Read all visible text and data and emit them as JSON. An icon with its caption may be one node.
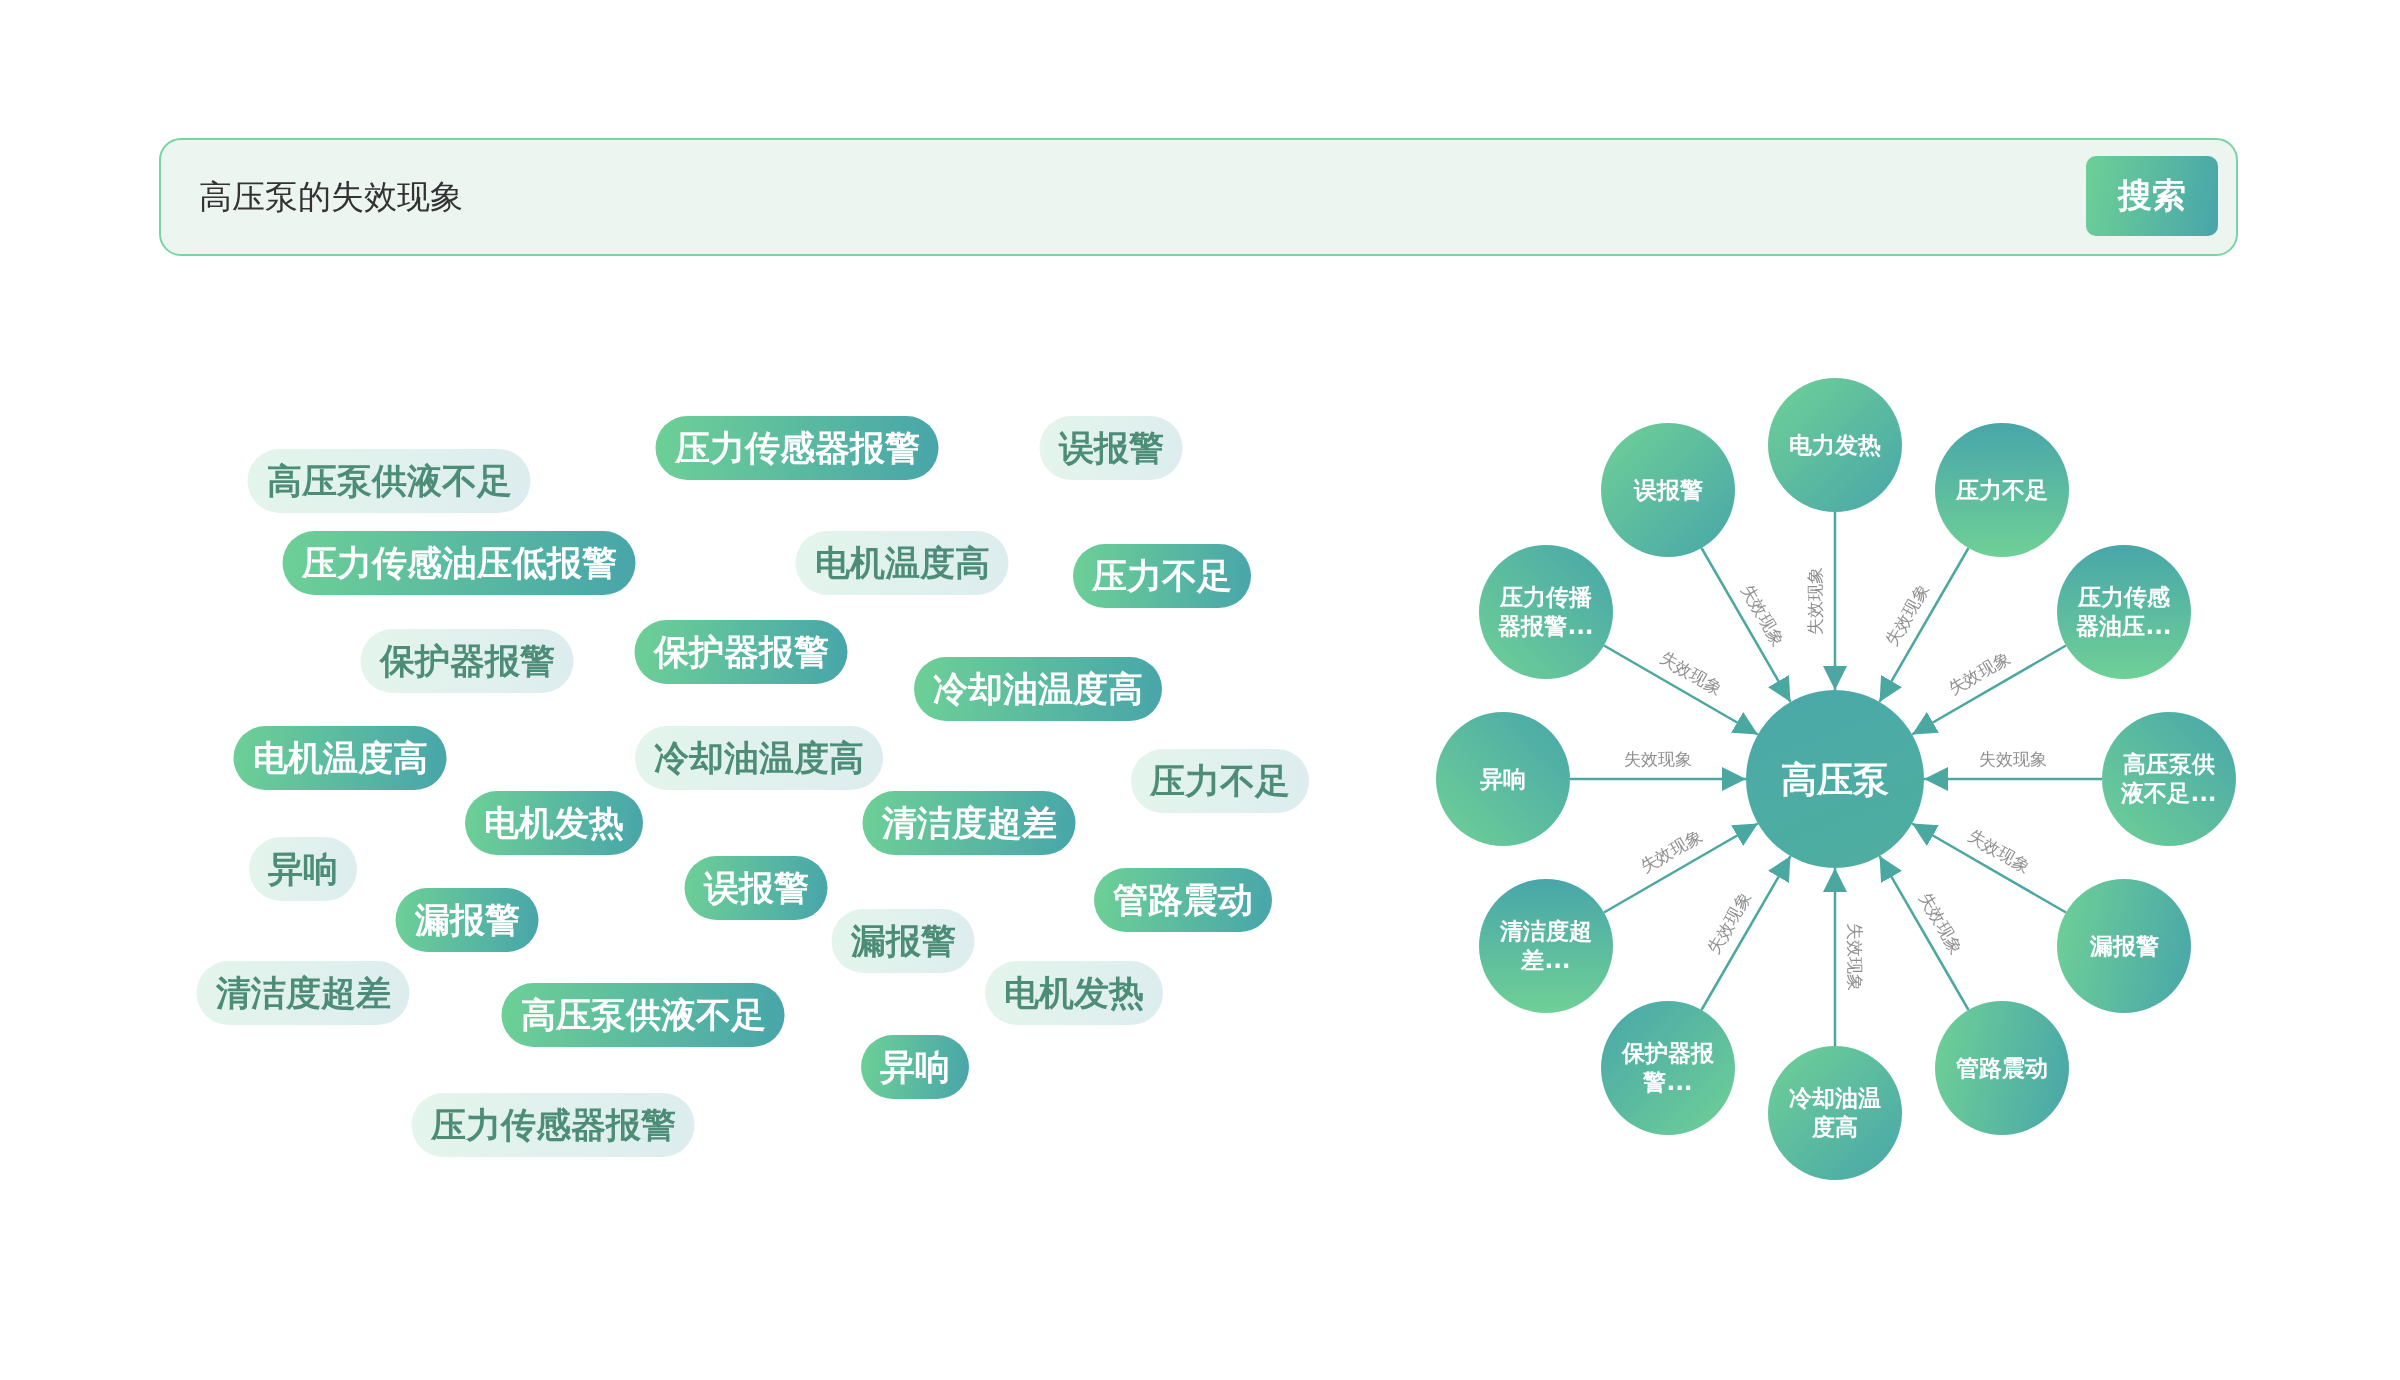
{
  "diagram": {
    "nodes": [
      {
        "text": [
          "高压泵的失效现象"
        ]
      },
      {
        "text": [
          "搜索"
        ],
        "in": 0
      },
      {
        "text": [
          "压力传感器报警"
        ]
      },
      {
        "text": [
          "误报警"
        ]
      },
      {
        "text": [
          "高压泵供液不足"
        ]
      },
      {
        "text": [
          "压力传感油压低报警"
        ]
      },
      {
        "text": [
          "电机温度高"
        ]
      },
      {
        "text": [
          "压力不足"
        ]
      },
      {
        "text": [
          "保护器报警"
        ]
      },
      {
        "text": [
          "保护器报警"
        ]
      },
      {
        "text": [
          "冷却油温度高"
        ]
      },
      {
        "text": [
          "电机温度高"
        ]
      },
      {
        "text": [
          "冷却油温度高"
        ]
      },
      {
        "text": [
          "压力不足"
        ]
      },
      {
        "text": [
          "电机发热"
        ]
      },
      {
        "text": [
          "清洁度超差"
        ]
      },
      {
        "text": [
          "异响"
        ]
      },
      {
        "text": [
          "误报警"
        ]
      },
      {
        "text": [
          "管路震动"
        ]
      },
      {
        "text": [
          "漏报警"
        ]
      },
      {
        "text": [
          "漏报警"
        ]
      },
      {
        "text": [
          "清洁度超差"
        ]
      },
      {
        "text": [
          "电机发热"
        ]
      },
      {
        "text": [
          "高压泵供液不足"
        ]
      },
      {
        "text": [
          "异响"
        ]
      },
      {
        "text": [
          "压力传感器报警"
        ]
      },
      {
        "text": [
          "电力发热"
        ]
      },
      {
        "text": [
          "误报警"
        ]
      },
      {
        "text": [
          "压力不足"
        ]
      },
      {
        "text": [
          "压力传播器报警..."
        ]
      },
      {
        "text": [
          "压力传感器油压..."
        ]
      },
      {
        "text": [
          "异响"
        ]
      },
      {
        "text": [
          "高压泵"
        ]
      },
      {
        "text": [
          "高压泵供液不足..."
        ]
      },
      {
        "text": [
          "清洁度超差..."
        ]
      },
      {
        "text": [
          "漏报警"
        ]
      },
      {
        "text": [
          "保护器报警..."
        ]
      },
      {
        "text": [
          "管路震动"
        ]
      },
      {
        "text": [
          "冷却油温度高"
        ]
      }
    ],
    "edges": [
      {
        "from": 26,
        "to": 32,
        "arrow": "to",
        "label": "失效现象"
      },
      {
        "from": 27,
        "to": 32,
        "arrow": "to",
        "label": "失效现象"
      },
      {
        "from": 28,
        "to": 32,
        "arrow": "to",
        "label": "失效现象"
      },
      {
        "from": 29,
        "to": 32,
        "arrow": "to",
        "label": "失效现象"
      },
      {
        "from": 30,
        "to": 32,
        "arrow": "to",
        "label": "失效现象"
      },
      {
        "from": 31,
        "to": 32,
        "arrow": "to",
        "label": "失效现象"
      },
      {
        "from": 33,
        "to": 32,
        "arrow": "to",
        "label": "失效现象"
      },
      {
        "from": 34,
        "to": 32,
        "arrow": "to",
        "label": "失效现象"
      },
      {
        "from": 35,
        "to": 32,
        "arrow": "to",
        "label": "失效现象"
      },
      {
        "from": 36,
        "to": 32,
        "arrow": "to",
        "label": "失效现象"
      },
      {
        "from": 37,
        "to": 32,
        "arrow": "to",
        "label": "失效现象"
      },
      {
        "from": 38,
        "to": 32,
        "arrow": "to",
        "label": "失效现象"
      }
    ]
  }
}
